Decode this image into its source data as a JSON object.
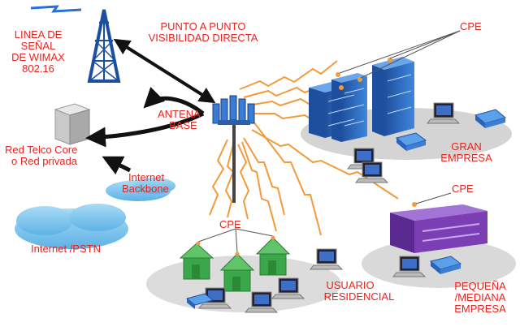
{
  "labels": {
    "wimax_line1": "LINEA DE",
    "wimax_line2": "SEÑAL",
    "wimax_line3": "DE WIMAX",
    "wimax_line4": "802.16",
    "ptp_line1": "PUNTO A PUNTO",
    "ptp_line2": "VISIBILIDAD DIRECTA",
    "antenna_line1": "ANTENA",
    "antenna_line2": "BASE",
    "telco_line1": "Red Telco Core",
    "telco_line2": "o  Red privada",
    "backbone_line1": "Internet",
    "backbone_line2": "Backbone",
    "internet": "Internet /PSTN",
    "cpe_top": "CPE",
    "cpe_mid": "CPE",
    "cpe_left": "CPE",
    "gran_line1": "GRAN",
    "gran_line2": "EMPRESA",
    "res_line1": "USUARIO",
    "res_line2": "RESIDENCIAL",
    "pyme_line1": "PEQUEÑA",
    "pyme_line2": "/MEDIANA",
    "pyme_line3": "EMPRESA"
  },
  "colors": {
    "label": "#e8231e",
    "tower": "#1a4fa0",
    "link": "#f39a3a",
    "building": "#2f6fc9",
    "house": "#3aa84a",
    "sme_building": "#7b3fb3",
    "cloud": "#7ec3ec",
    "arrow": "#111111"
  },
  "icons": {
    "tower": "radio-tower-icon",
    "server": "server-icon",
    "antenna": "base-antenna-icon",
    "laptop": "laptop-icon",
    "phone": "telephone-icon",
    "house": "house-icon",
    "cloud": "cloud-icon"
  }
}
